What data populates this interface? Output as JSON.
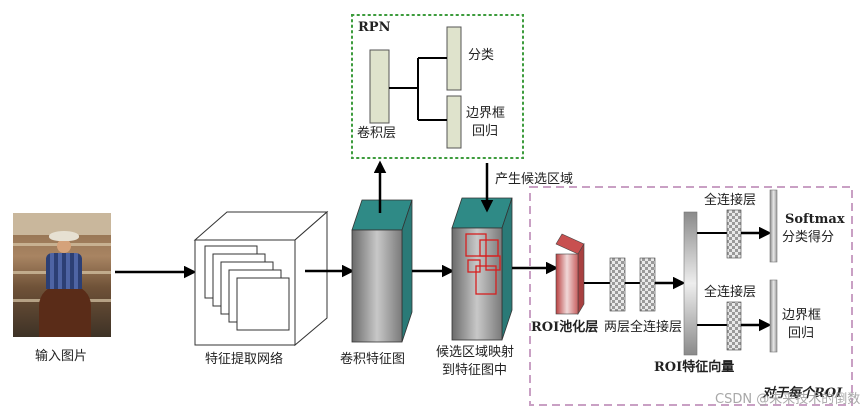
{
  "labels": {
    "rpn": "RPN",
    "classify": "分类",
    "bbox_regress_1": "边界框",
    "bbox_regress_2": "回归",
    "conv_layer": "卷积层",
    "proposal_gen": "产生候选区域",
    "input_image": "输入图片",
    "feature_net": "特征提取网络",
    "conv_feature_map": "卷积特征图",
    "proposal_map_1": "候选区域映射",
    "proposal_map_2": "到特征图中",
    "roi_pool": "ROI池化层",
    "two_fc": "两层全连接层",
    "roi_vector": "ROI特征向量",
    "fc_top": "全连接层",
    "fc_bottom": "全连接层",
    "softmax": "Softmax",
    "class_score": "分类得分",
    "bbox_out_1": "边界框",
    "bbox_out_2": "回归",
    "per_roi": "对于每个ROI"
  },
  "watermark": "CSDN @未来技术的倒数",
  "colors": {
    "rpn_border": "#3a9a3a",
    "roi_border": "#c9a0c4",
    "teal": "#2f8a86",
    "rpn_box": "#dfe3cc",
    "proposal_box": "#d62020",
    "roi_pool": "#c85050",
    "arrow": "#000000"
  }
}
